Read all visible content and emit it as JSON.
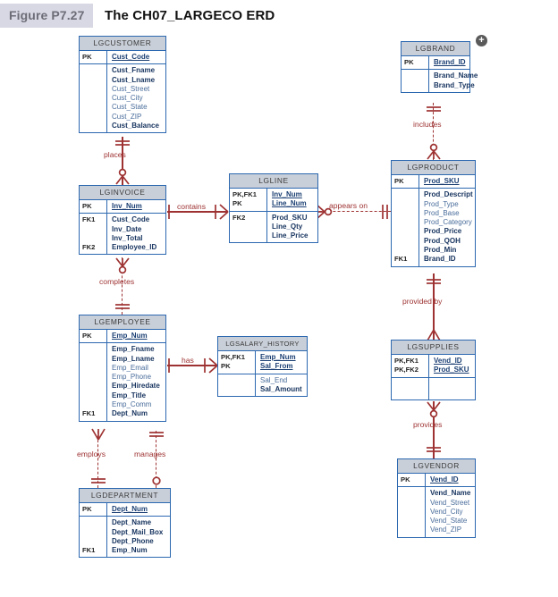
{
  "header": {
    "figure_tag": "Figure P7.27",
    "title": "The CH07_LARGECO ERD"
  },
  "badge": {
    "label": "+"
  },
  "colors": {
    "entity_border": "#2c68b0",
    "entity_header_bg": "#c9cfd8",
    "attribute_text": "#1b3f73",
    "relationship_line": "#9e3232",
    "figure_tag_bg": "#d8d8e4"
  },
  "entities": [
    {
      "name": "LGCUSTOMER",
      "keys": [
        "PK"
      ],
      "key_rows": [
        {
          "key": "PK",
          "attr": "Cust_Code",
          "pk": true
        }
      ],
      "attributes": [
        {
          "name": "Cust_Fname",
          "key": "",
          "bold": true
        },
        {
          "name": "Cust_Lname",
          "key": "",
          "bold": true
        },
        {
          "name": "Cust_Street",
          "key": "",
          "bold": false
        },
        {
          "name": "Cust_City",
          "key": "",
          "bold": false
        },
        {
          "name": "Cust_State",
          "key": "",
          "bold": false
        },
        {
          "name": "Cust_ZIP",
          "key": "",
          "bold": false
        },
        {
          "name": "Cust_Balance",
          "key": "",
          "bold": true
        }
      ]
    },
    {
      "name": "LGBRAND",
      "keys": [
        "PK"
      ],
      "key_rows": [
        {
          "key": "PK",
          "attr": "Brand_ID",
          "pk": true
        }
      ],
      "attributes": [
        {
          "name": "Brand_Name",
          "key": "",
          "bold": true
        },
        {
          "name": "Brand_Type",
          "key": "",
          "bold": true
        }
      ]
    },
    {
      "name": "LGINVOICE",
      "keys": [
        "PK"
      ],
      "key_rows": [
        {
          "key": "PK",
          "attr": "Inv_Num",
          "pk": true
        }
      ],
      "attributes": [
        {
          "name": "Cust_Code",
          "key": "FK1",
          "bold": true
        },
        {
          "name": "Inv_Date",
          "key": "",
          "bold": true
        },
        {
          "name": "Inv_Total",
          "key": "",
          "bold": true
        },
        {
          "name": "Employee_ID",
          "key": "FK2",
          "bold": true
        }
      ]
    },
    {
      "name": "LGLINE",
      "keys": [
        "PK,FK1",
        "PK"
      ],
      "key_rows": [
        {
          "key": "PK,FK1",
          "attr": "Inv_Num",
          "pk": true
        },
        {
          "key": "PK",
          "attr": "Line_Num",
          "pk": true
        }
      ],
      "attributes": [
        {
          "name": "Prod_SKU",
          "key": "FK2",
          "bold": true
        },
        {
          "name": "Line_Qty",
          "key": "",
          "bold": true
        },
        {
          "name": "Line_Price",
          "key": "",
          "bold": true
        }
      ]
    },
    {
      "name": "LGPRODUCT",
      "keys": [
        "PK"
      ],
      "key_rows": [
        {
          "key": "PK",
          "attr": "Prod_SKU",
          "pk": true
        }
      ],
      "attributes": [
        {
          "name": "Prod_Descript",
          "key": "",
          "bold": true
        },
        {
          "name": "Prod_Type",
          "key": "",
          "bold": false
        },
        {
          "name": "Prod_Base",
          "key": "",
          "bold": false
        },
        {
          "name": "Prod_Category",
          "key": "",
          "bold": false
        },
        {
          "name": "Prod_Price",
          "key": "",
          "bold": true
        },
        {
          "name": "Prod_QOH",
          "key": "",
          "bold": true
        },
        {
          "name": "Prod_Min",
          "key": "",
          "bold": true
        },
        {
          "name": "Brand_ID",
          "key": "FK1",
          "bold": true
        }
      ]
    },
    {
      "name": "LGEMPLOYEE",
      "keys": [
        "PK"
      ],
      "key_rows": [
        {
          "key": "PK",
          "attr": "Emp_Num",
          "pk": true
        }
      ],
      "attributes": [
        {
          "name": "Emp_Fname",
          "key": "",
          "bold": true
        },
        {
          "name": "Emp_Lname",
          "key": "",
          "bold": true
        },
        {
          "name": "Emp_Email",
          "key": "",
          "bold": false
        },
        {
          "name": "Emp_Phone",
          "key": "",
          "bold": false
        },
        {
          "name": "Emp_Hiredate",
          "key": "",
          "bold": true
        },
        {
          "name": "Emp_Title",
          "key": "",
          "bold": true
        },
        {
          "name": "Emp_Comm",
          "key": "",
          "bold": false
        },
        {
          "name": "Dept_Num",
          "key": "FK1",
          "bold": true
        }
      ]
    },
    {
      "name": "LGSALARY_HISTORY",
      "keys": [
        "PK,FK1",
        "PK"
      ],
      "key_rows": [
        {
          "key": "PK,FK1",
          "attr": "Emp_Num",
          "pk": true
        },
        {
          "key": "PK",
          "attr": "Sal_From",
          "pk": true
        }
      ],
      "attributes": [
        {
          "name": "Sal_End",
          "key": "",
          "bold": false
        },
        {
          "name": "Sal_Amount",
          "key": "",
          "bold": true
        }
      ]
    },
    {
      "name": "LGSUPPLIES",
      "keys": [
        "PK,FK1",
        "PK,FK2"
      ],
      "key_rows": [
        {
          "key": "PK,FK1",
          "attr": "Vend_ID",
          "pk": true
        },
        {
          "key": "PK,FK2",
          "attr": "Prod_SKU",
          "pk": true
        }
      ],
      "attributes": []
    },
    {
      "name": "LGVENDOR",
      "keys": [
        "PK"
      ],
      "key_rows": [
        {
          "key": "PK",
          "attr": "Vend_ID",
          "pk": true
        }
      ],
      "attributes": [
        {
          "name": "Vend_Name",
          "key": "",
          "bold": true
        },
        {
          "name": "Vend_Street",
          "key": "",
          "bold": false
        },
        {
          "name": "Vend_City",
          "key": "",
          "bold": false
        },
        {
          "name": "Vend_State",
          "key": "",
          "bold": false
        },
        {
          "name": "Vend_ZIP",
          "key": "",
          "bold": false
        }
      ]
    },
    {
      "name": "LGDEPARTMENT",
      "keys": [
        "PK"
      ],
      "key_rows": [
        {
          "key": "PK",
          "attr": "Dept_Num",
          "pk": true
        }
      ],
      "attributes": [
        {
          "name": "Dept_Name",
          "key": "",
          "bold": true
        },
        {
          "name": "Dept_Mail_Box",
          "key": "",
          "bold": true
        },
        {
          "name": "Dept_Phone",
          "key": "",
          "bold": true
        },
        {
          "name": "Emp_Num",
          "key": "FK1",
          "bold": true
        }
      ]
    }
  ],
  "relationships": [
    {
      "label": "places",
      "from": "LGCUSTOMER",
      "to": "LGINVOICE",
      "style": "solid"
    },
    {
      "label": "includes",
      "from": "LGBRAND",
      "to": "LGPRODUCT",
      "style": "dashed"
    },
    {
      "label": "contains",
      "from": "LGINVOICE",
      "to": "LGLINE",
      "style": "solid"
    },
    {
      "label": "appears on",
      "from": "LGLINE",
      "to": "LGPRODUCT",
      "style": "dashed"
    },
    {
      "label": "completes",
      "from": "LGINVOICE",
      "to": "LGEMPLOYEE",
      "style": "dashed"
    },
    {
      "label": "has",
      "from": "LGEMPLOYEE",
      "to": "LGSALARY_HISTORY",
      "style": "solid"
    },
    {
      "label": "provided by",
      "from": "LGPRODUCT",
      "to": "LGSUPPLIES",
      "style": "solid"
    },
    {
      "label": "provides",
      "from": "LGSUPPLIES",
      "to": "LGVENDOR",
      "style": "solid"
    },
    {
      "label": "employs",
      "from": "LGEMPLOYEE",
      "to": "LGDEPARTMENT",
      "style": "dashed"
    },
    {
      "label": "manages",
      "from": "LGEMPLOYEE",
      "to": "LGDEPARTMENT",
      "style": "dashed"
    }
  ]
}
